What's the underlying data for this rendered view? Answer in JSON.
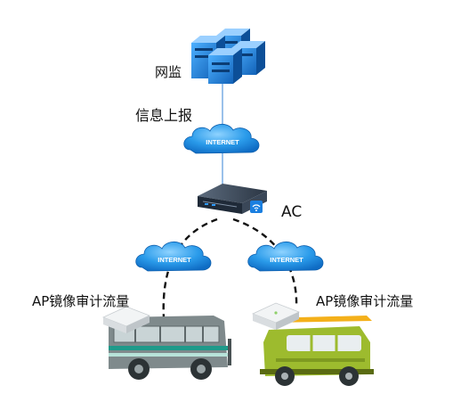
{
  "labels": {
    "netmon": "网监",
    "report": "信息上报",
    "ac": "AC",
    "ap_left": "AP镜像审计流量",
    "ap_right": "AP镜像审计流量"
  },
  "clouds": {
    "top": "INTERNET",
    "left": "INTERNET",
    "right": "INTERNET"
  },
  "colors": {
    "cloud": "#1f8fe0",
    "server": "#1e7fd6",
    "line": "#6ea6e0",
    "dashed": "#111111",
    "bus_left": "#7f8a8c",
    "bus_left_stripe": "#1f9a8a",
    "bus_right": "#9dbb2e"
  },
  "icons": [
    "server-cluster-icon",
    "internet-cloud-icon",
    "access-controller-icon",
    "wifi-icon",
    "access-point-icon",
    "bus-icon"
  ]
}
